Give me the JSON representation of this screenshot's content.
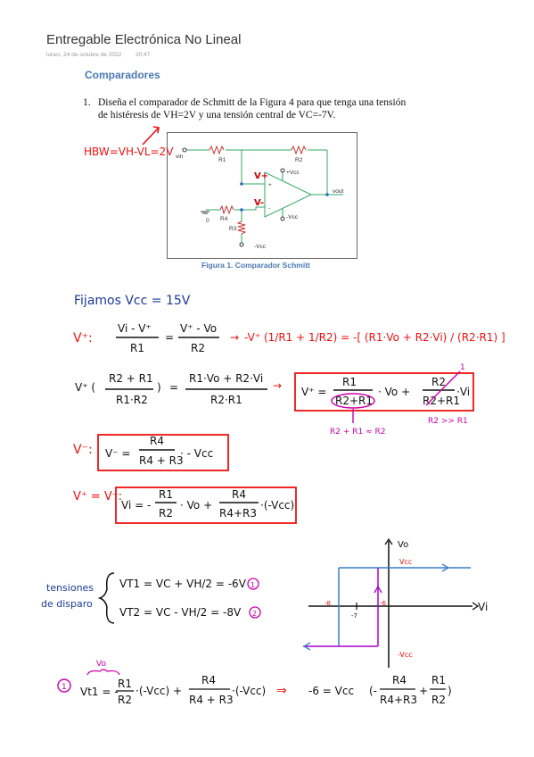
{
  "header": {
    "title": "Entregable Electrónica No Lineal",
    "date": "lunes, 24 de octubre de 2022",
    "time": "20:47"
  },
  "section_title": "Comparadores",
  "exercise": {
    "number": "1.",
    "line1": "Diseña el comparador de Schmitt de la Figura 4 para que tenga una tensión",
    "line2": "de histéresis de VH=2V y una tensión central de VC=-7V."
  },
  "figure": {
    "caption": "Figura 1. Comparador Schmitt",
    "labels": {
      "vin": "vin",
      "r1": "R1",
      "r2": "R2",
      "vplus": "V+",
      "vcc_pos": "+Vcc",
      "vout": "vout",
      "vminus": "V-",
      "vcc_neg": "-Vcc",
      "r4": "R4",
      "zero": "0",
      "r3": "R3",
      "neg_vcc_bottom": "-Vcc",
      "op_plus": "+",
      "op_minus": "-"
    }
  },
  "notes": {
    "hbw": "HBW=VH-VL=2V",
    "fix": "Fijamos Vcc = 15V",
    "tensiones": "tensiones",
    "de_disparo": "de disparo",
    "vt1": "VT1 = VC + VH/2 = -6V",
    "vt2": "VT2 = VC - VH/2 = -8V",
    "approx": "R2 + R1 ≈ R2",
    "r2gg": "R2 >> R1",
    "vo_label": "Vo",
    "one": "1",
    "circle1": "1",
    "circle2": "2",
    "arrow_implies": "⇒",
    "minus6": "-6 = Vcc",
    "graph": {
      "vo_axis": "Vo",
      "vi_axis": "Vi",
      "vcc": "Vcc",
      "neg_vcc": "-Vcc",
      "m8": "-8",
      "m7": "-7",
      "m6": "-6"
    }
  }
}
